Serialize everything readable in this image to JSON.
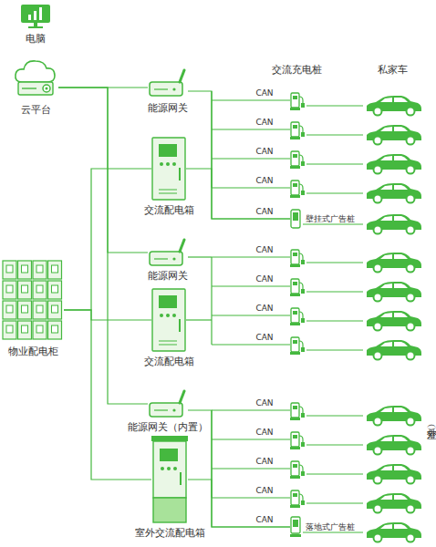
{
  "diagram": {
    "nodes": [
      {
        "text": [
          "电脑"
        ]
      },
      {
        "text": [
          "云平台"
        ]
      },
      {
        "text": [
          "物业配电柜"
        ]
      },
      {
        "text": [
          "能源网关"
        ]
      },
      {
        "text": [
          "交流配电箱"
        ]
      },
      {
        "text": [
          "壁挂式广告桩"
        ]
      },
      {
        "text": [
          "能源网关"
        ]
      },
      {
        "text": [
          "交流配电箱"
        ]
      },
      {
        "text": [
          "能源网关（内置）"
        ]
      },
      {
        "text": [
          "室外交流配电箱"
        ]
      },
      {
        "text": [
          "落地式广告桩"
        ]
      }
    ],
    "edges": [
      {
        "from": 1,
        "to": 3,
        "arrow": "none"
      },
      {
        "from": 1,
        "to": 6,
        "arrow": "none"
      },
      {
        "from": 1,
        "to": 8,
        "arrow": "none"
      },
      {
        "from": 2,
        "to": 4,
        "arrow": "none"
      },
      {
        "from": 2,
        "to": 7,
        "arrow": "none"
      },
      {
        "from": 2,
        "to": 9,
        "arrow": "none"
      },
      {
        "from": 3,
        "to": 5,
        "label": "CAN",
        "arrow": "none"
      },
      {
        "from": 4,
        "to": 5,
        "arrow": "none"
      },
      {
        "from": 8,
        "to": 10,
        "label": "CAN",
        "arrow": "none"
      },
      {
        "from": 9,
        "to": 10,
        "arrow": "none"
      }
    ],
    "labels": [
      "交流充电桩",
      "私家车",
      "CAN",
      "CAN",
      "CAN",
      "CAN",
      "CAN",
      "CAN",
      "CAN",
      "CAN",
      "CAN",
      "CAN",
      "CAN",
      "CAN",
      "（室外）"
    ]
  }
}
